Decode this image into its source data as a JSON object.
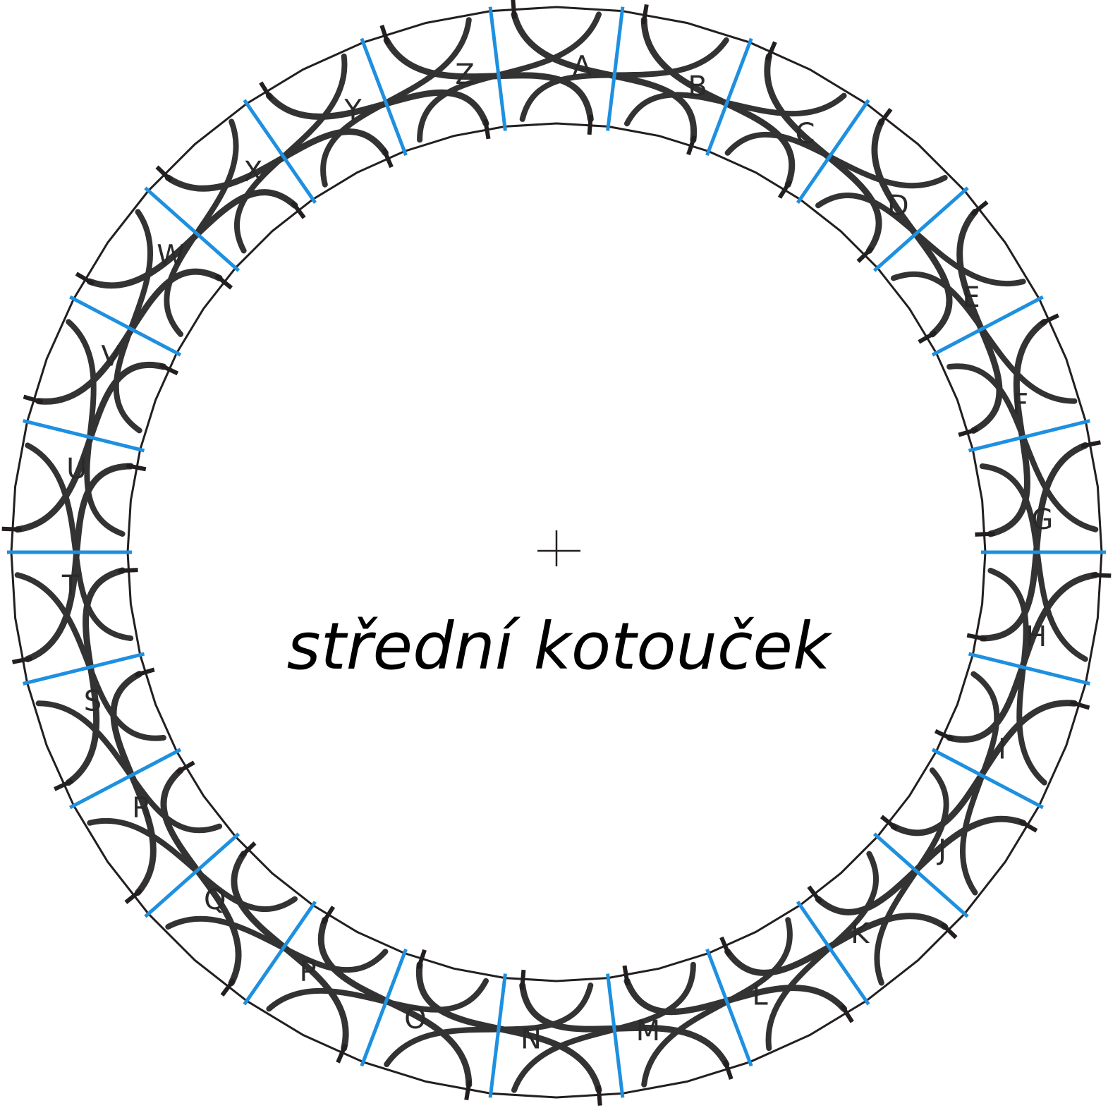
{
  "center_label": "střední kotouček",
  "center_mark": "+",
  "segment_labels": [
    "A",
    "B",
    "C",
    "D",
    "E",
    "F",
    "G",
    "H",
    "I",
    "J",
    "K",
    "L",
    "M",
    "N",
    "O",
    "P",
    "Q",
    "R",
    "S",
    "T",
    "U",
    "V",
    "W",
    "X",
    "Y",
    "Z"
  ],
  "colors": {
    "ring_outline": "#231f20",
    "segment_divider": "#1e90e0",
    "strand": "#333333",
    "label": "#2a2a2a"
  }
}
